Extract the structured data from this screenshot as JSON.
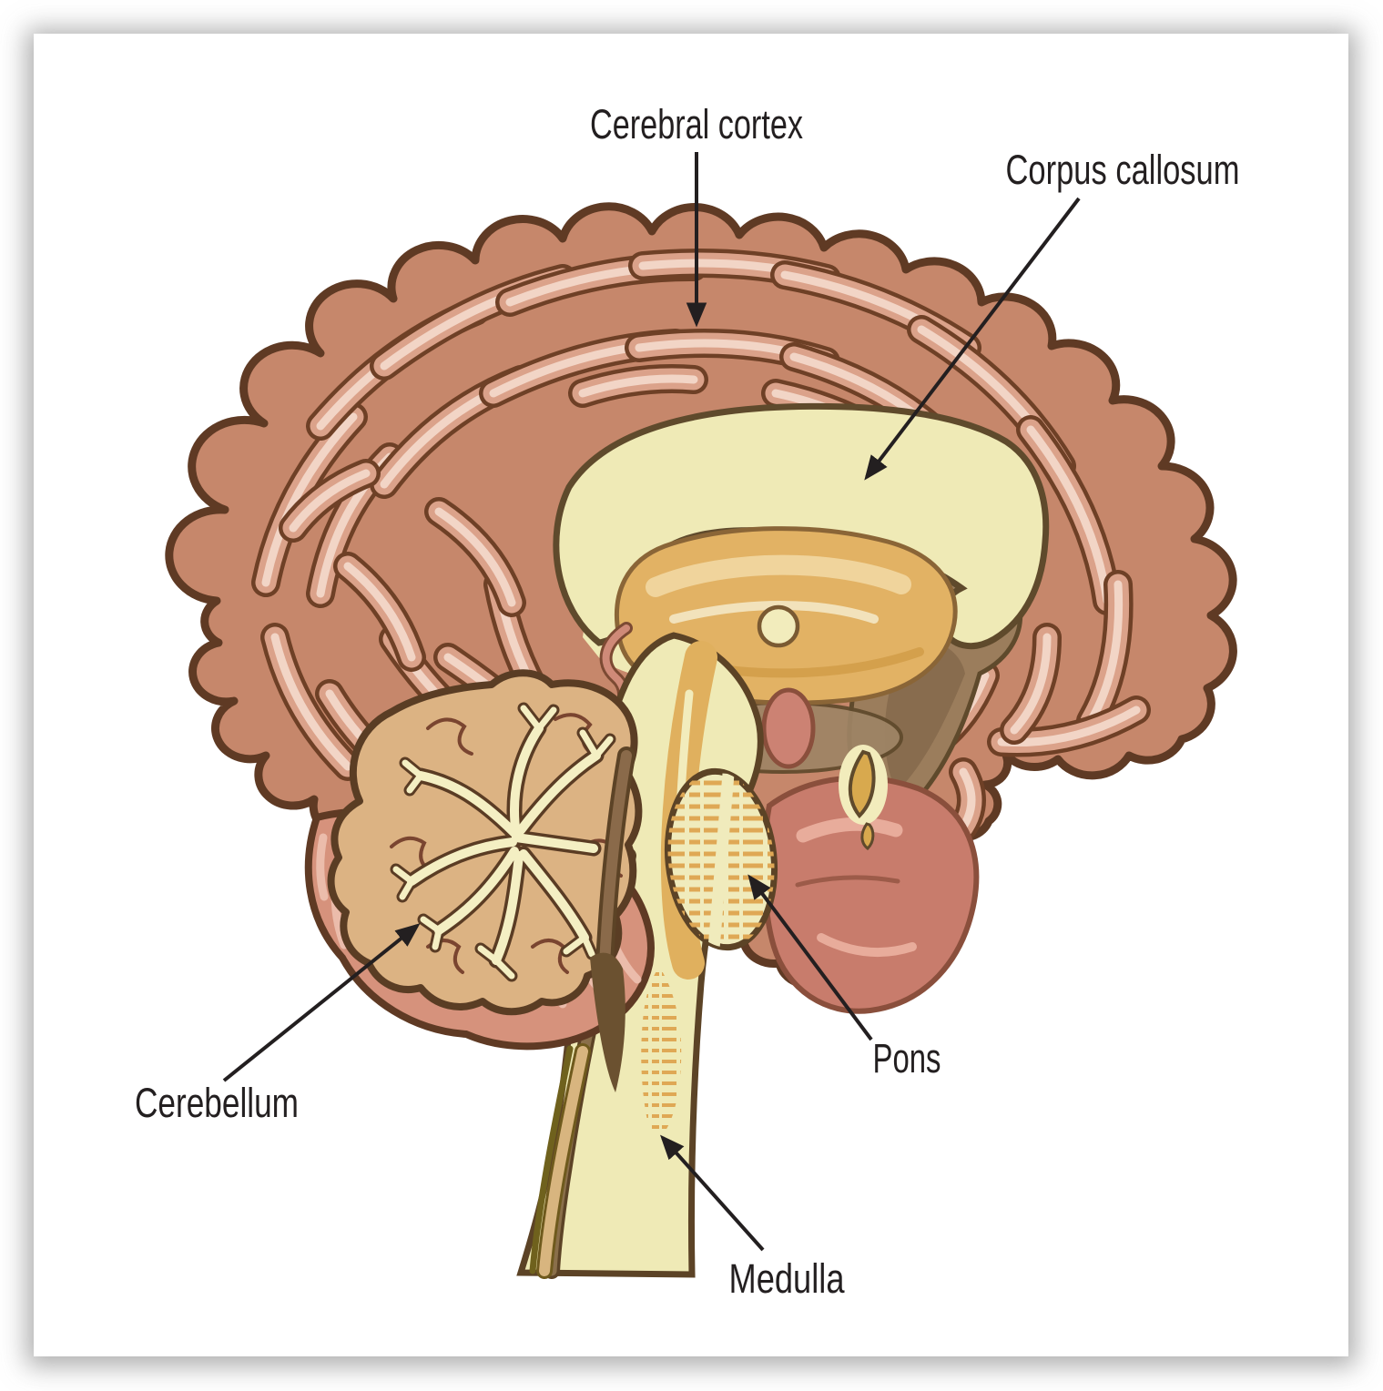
{
  "diagram": {
    "labels": [
      {
        "id": "cerebral-cortex",
        "text": "Cerebral cortex"
      },
      {
        "id": "corpus-callosum",
        "text": "Corpus callosum"
      },
      {
        "id": "cerebellum",
        "text": "Cerebellum"
      },
      {
        "id": "pons",
        "text": "Pons"
      },
      {
        "id": "medulla",
        "text": "Medulla"
      }
    ],
    "colors": {
      "label_text": "#231f20",
      "leader_line": "#231f20",
      "cortex_base": "#c6876b",
      "cortex_gyrus": "#dba28a",
      "cortex_highlight": "#f2d5c6",
      "outline_dark_brown": "#6e4026",
      "cream_white_matter": "#efeab6",
      "thalamus_gold": "#e2b264",
      "fornix_brown": "#a28463",
      "splenium_brown": "#9b7d5c",
      "midbrain_pink": "#c87c6c",
      "cerebellum_cortex_pink": "#d6927c",
      "cerebellum_inner_tan": "#dcb383",
      "arbor_vitae_cream": "#f4efc3",
      "hatch_orange": "#dfa855",
      "background": "#ffffff"
    }
  }
}
